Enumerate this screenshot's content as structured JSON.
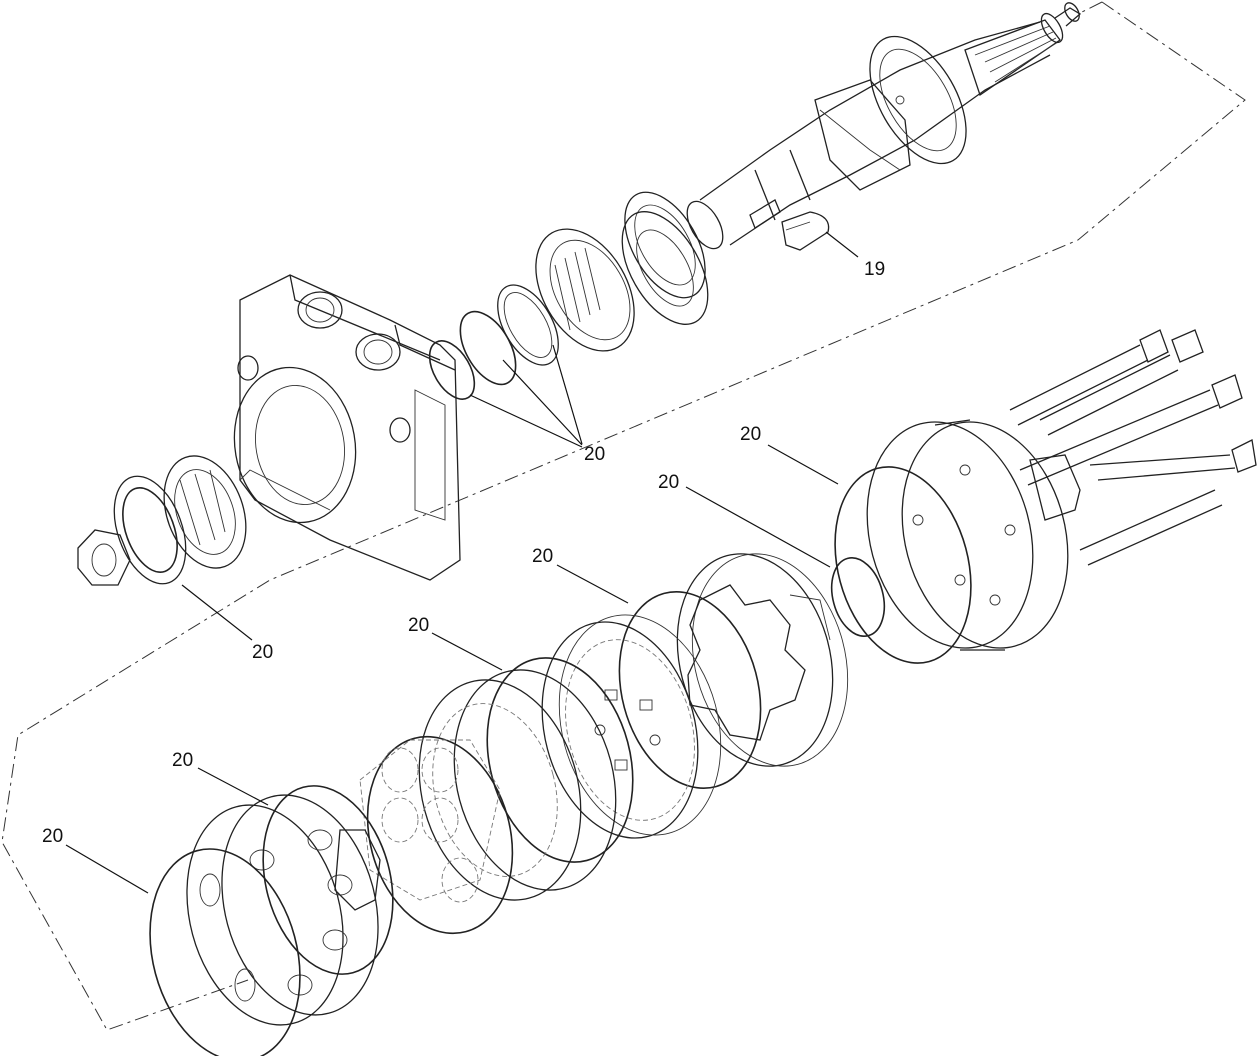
{
  "diagram": {
    "type": "exploded-parts-view",
    "callouts": [
      {
        "id": "c19",
        "label": "19",
        "part": "woodruff-key"
      },
      {
        "id": "c20a",
        "label": "20",
        "part": "shaft-seal-rings"
      },
      {
        "id": "c20b",
        "label": "20",
        "part": "front-shaft-seal"
      },
      {
        "id": "c20c",
        "label": "20",
        "part": "end-cover-oring"
      },
      {
        "id": "c20d",
        "label": "20",
        "part": "small-oring"
      },
      {
        "id": "c20e",
        "label": "20",
        "part": "gerotor-oring"
      },
      {
        "id": "c20f",
        "label": "20",
        "part": "valve-plate-oring"
      },
      {
        "id": "c20g",
        "label": "20",
        "part": "valve-housing-oring"
      },
      {
        "id": "c20h",
        "label": "20",
        "part": "front-cover-oring"
      }
    ]
  }
}
